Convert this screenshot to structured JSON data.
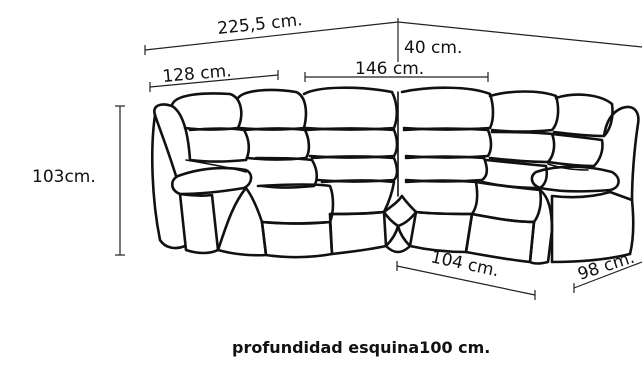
{
  "dimensions": {
    "total_width": "225,5 cm.",
    "back_height": "40 cm.",
    "left_section": "128 cm.",
    "center_section": "146 cm.",
    "height": "103cm.",
    "right_depth": "104 cm.",
    "right_end": "98 cm."
  },
  "caption": "profundidad esquina100 cm."
}
